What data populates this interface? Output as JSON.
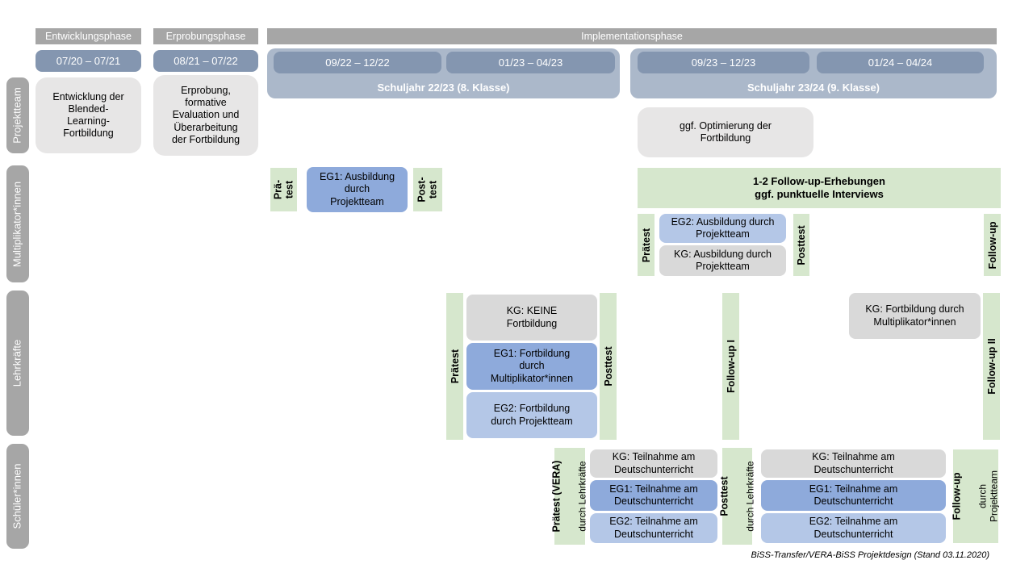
{
  "header": {
    "phases": {
      "p1": "Entwicklungsphase",
      "p2": "Erprobungsphase",
      "p3": "Implementationsphase"
    },
    "dates": {
      "d1": "07/20 – 07/21",
      "d2": "08/21 – 07/22",
      "d3": "09/22 – 12/22",
      "d4": "01/23 – 04/23",
      "d5": "09/23 – 12/23",
      "d6": "01/24 – 04/24"
    },
    "school_years": {
      "sy1": "Schuljahr 22/23 (8. Klasse)",
      "sy2": "Schuljahr 23/24 (9. Klasse)"
    }
  },
  "sidebar": {
    "projektteam": "Projektteam",
    "multiplikatoren": "Multiplikator*innen",
    "lehrkraefte": "Lehrkräfte",
    "schueler": "Schüler*innen"
  },
  "projektteam": {
    "entwicklung": "Entwicklung der\nBlended-\nLearning-\nFortbildung",
    "erprobung": "Erprobung,\nformative\nEvaluation und\nÜberarbeitung\nder Fortbildung",
    "optimierung": "ggf. Optimierung der\nFortbildung"
  },
  "multiplikatoren": {
    "praetest_short": "Prä-\ntest",
    "eg1": "EG1: Ausbildung\ndurch\nProjektteam",
    "posttest_short": "Post-\ntest",
    "followup_banner": "1-2 Follow-up-Erhebungen\nggf. punktuelle Interviews",
    "praetest": "Prätest",
    "eg2": "EG2: Ausbildung durch\nProjektteam",
    "kg": "KG: Ausbildung durch\nProjektteam",
    "posttest": "Posttest",
    "followup": "Follow-up"
  },
  "lehrkraefte": {
    "praetest": "Prätest",
    "kg_keine": "KG: KEINE\nFortbildung",
    "eg1": "EG1: Fortbildung\ndurch\nMultiplikator*innen",
    "eg2": "EG2: Fortbildung\ndurch Projektteam",
    "posttest": "Posttest",
    "followup1": "Follow-up I",
    "kg_fortbildung": "KG: Fortbildung durch\nMultiplikator*innen",
    "followup2": "Follow-up II"
  },
  "schueler": {
    "praetest_title": "Prätest (VERA)",
    "praetest_sub": "durch Lehrkräfte",
    "kg1": "KG: Teilnahme am\nDeutschunterricht",
    "eg1_1": "EG1: Teilnahme am\nDeutschunterricht",
    "eg2_1": "EG2: Teilnahme am\nDeutschunterricht",
    "posttest_title": "Posttest",
    "posttest_sub": "durch Lehrkräfte",
    "kg2": "KG: Teilnahme am\nDeutschunterricht",
    "eg1_2": "EG1: Teilnahme am\nDeutschunterricht",
    "eg2_2": "EG2: Teilnahme am\nDeutschunterricht",
    "followup_title": "Follow-up",
    "followup_sub": "durch\nProjektteam"
  },
  "footer": {
    "caption": "BiSS-Transfer/VERA-BiSS Projektdesign (Stand 03.11.2020)"
  },
  "colors": {
    "phase_gray": "#A6A6A6",
    "date_blue": "#8496B0",
    "schuljahr_blue": "#ABB8CA",
    "eg1_blue": "#8EAADB",
    "eg2_blue": "#B4C7E7",
    "kg_gray": "#D9D9D9",
    "content_gray": "#E7E6E6",
    "test_green": "#D6E7CD"
  }
}
